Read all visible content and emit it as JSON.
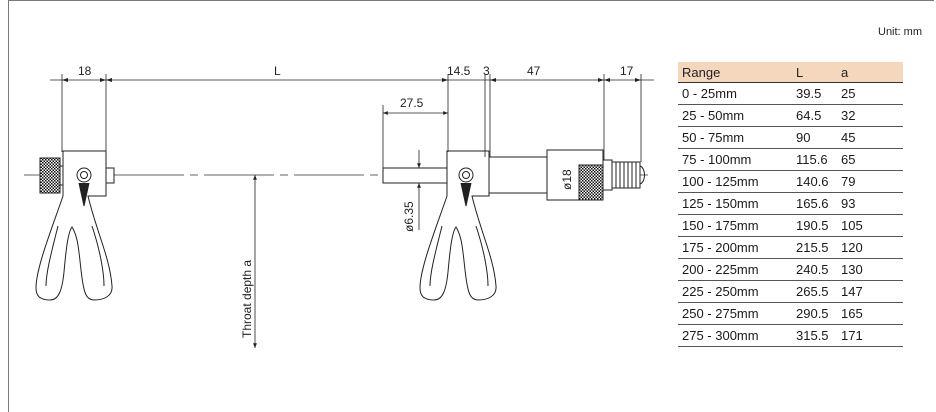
{
  "unit_label": "Unit: mm",
  "dimensions": {
    "d18": "18",
    "L": "L",
    "d14_5": "14.5",
    "d3": "3",
    "d47": "47",
    "d17": "17",
    "d27_5": "27.5",
    "dia6_35": "ø6.35",
    "dia18": "ø18",
    "throat": "Throat depth a"
  },
  "table": {
    "headers": [
      "Range",
      "L",
      "a"
    ],
    "rows": [
      [
        "0 - 25mm",
        "39.5",
        "25"
      ],
      [
        "25 - 50mm",
        "64.5",
        "32"
      ],
      [
        "50 - 75mm",
        "90",
        "45"
      ],
      [
        "75 - 100mm",
        "115.6",
        "65"
      ],
      [
        "100 - 125mm",
        "140.6",
        "79"
      ],
      [
        "125 - 150mm",
        "165.6",
        "93"
      ],
      [
        "150 - 175mm",
        "190.5",
        "105"
      ],
      [
        "175 - 200mm",
        "215.5",
        "120"
      ],
      [
        "200 - 225mm",
        "240.5",
        "130"
      ],
      [
        "225 - 250mm",
        "265.5",
        "147"
      ],
      [
        "250 - 275mm",
        "290.5",
        "165"
      ],
      [
        "275 - 300mm",
        "315.5",
        "171"
      ]
    ]
  },
  "colors": {
    "header_bg": "#f5d7bd",
    "line": "#222222"
  }
}
